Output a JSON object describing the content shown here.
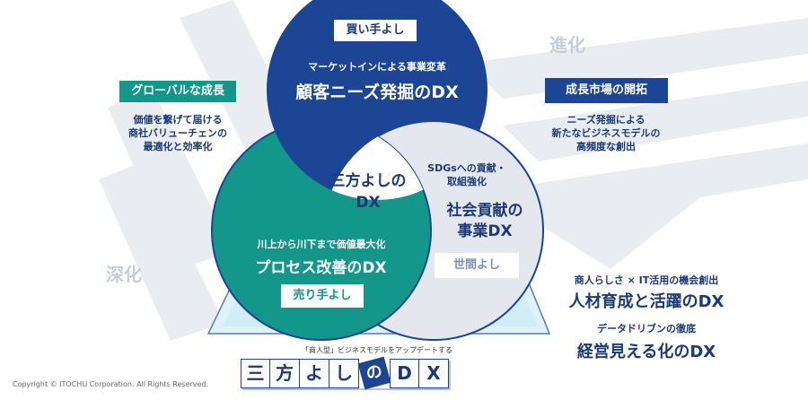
{
  "colors": {
    "navy": "#1d4596",
    "teal": "#13978a",
    "gray": "#e4e8ee",
    "text": "#1b3a7a"
  },
  "side_labels": {
    "evolve": "進化",
    "deepen": "深化"
  },
  "left": {
    "tag": "グローバルな成長",
    "desc": [
      "価値を繋げて届ける",
      "商社バリューチェンの",
      "最適化と効率化"
    ]
  },
  "right": {
    "tag": "成長市場の開拓",
    "desc": [
      "ニーズ発掘による",
      "新たなビジネスモデルの",
      "高頻度な創出"
    ]
  },
  "top_circle": {
    "badge": "買い手よし",
    "sub": "マーケットインによる事業変革",
    "title": "顧客ニーズ発掘のDX"
  },
  "left_circle": {
    "badge": "売り手よし",
    "sub": "川上から川下まで価値最大化",
    "title": "プロセス改善のDX"
  },
  "right_circle": {
    "badge": "世間よし",
    "sub": [
      "SDGsへの貢献・",
      "取組強化"
    ],
    "title": [
      "社会貢献の",
      "事業DX"
    ]
  },
  "center": {
    "title": [
      "三方よしの",
      "DX"
    ]
  },
  "bottom_right": {
    "sub1": "商人らしさ × IT活用の機会創出",
    "title1": "人材育成と活躍のDX",
    "sub2": "データドリブンの徹底",
    "title2": "経営見える化のDX"
  },
  "logo": {
    "caption": "「商人型」ビジネスモデルをアップデートする",
    "chars": [
      "三",
      "方",
      "よ",
      "し",
      "の",
      "D",
      "X"
    ]
  },
  "copyright": "Copyright © ITOCHU Corporation. All Rights Reserved."
}
